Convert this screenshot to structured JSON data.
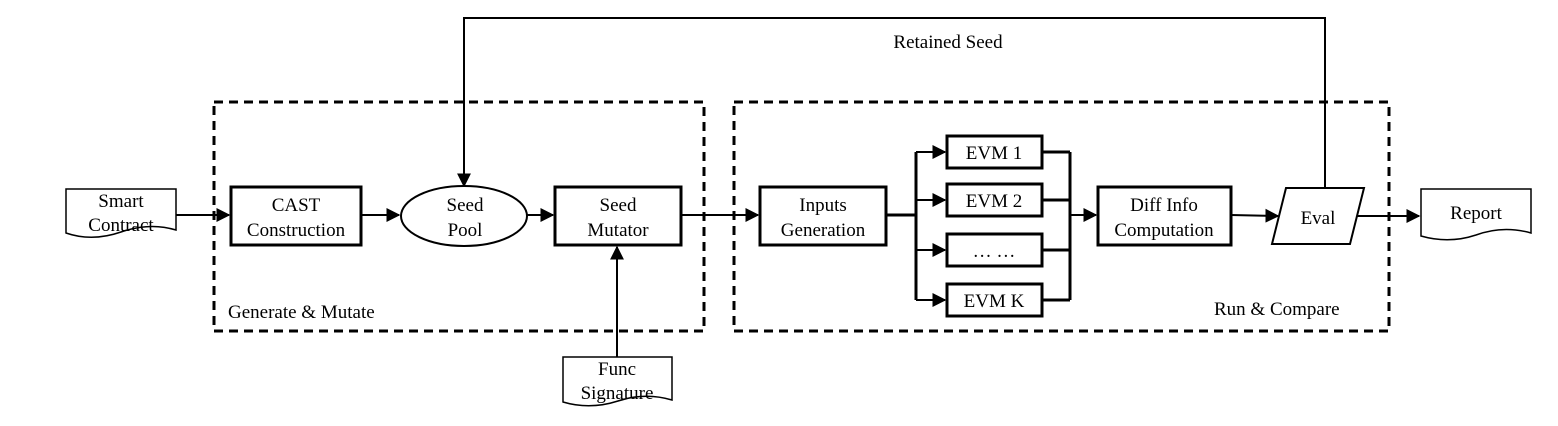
{
  "feedback_label": "Retained Seed",
  "groups": {
    "generate": "Generate & Mutate",
    "run": "Run & Compare"
  },
  "nodes": {
    "smart_contract": [
      "Smart",
      "Contract"
    ],
    "cast": [
      "CAST",
      "Construction"
    ],
    "seed_pool": [
      "Seed",
      "Pool"
    ],
    "seed_mutator": [
      "Seed",
      "Mutator"
    ],
    "func_signature": [
      "Func",
      "Signature"
    ],
    "inputs_generation": [
      "Inputs",
      "Generation"
    ],
    "evm1": "EVM 1",
    "evm2": "EVM 2",
    "evm_dots": "… …",
    "evmk": "EVM K",
    "diff_info": [
      "Diff Info",
      "Computation"
    ],
    "eval": "Eval",
    "report": "Report"
  }
}
